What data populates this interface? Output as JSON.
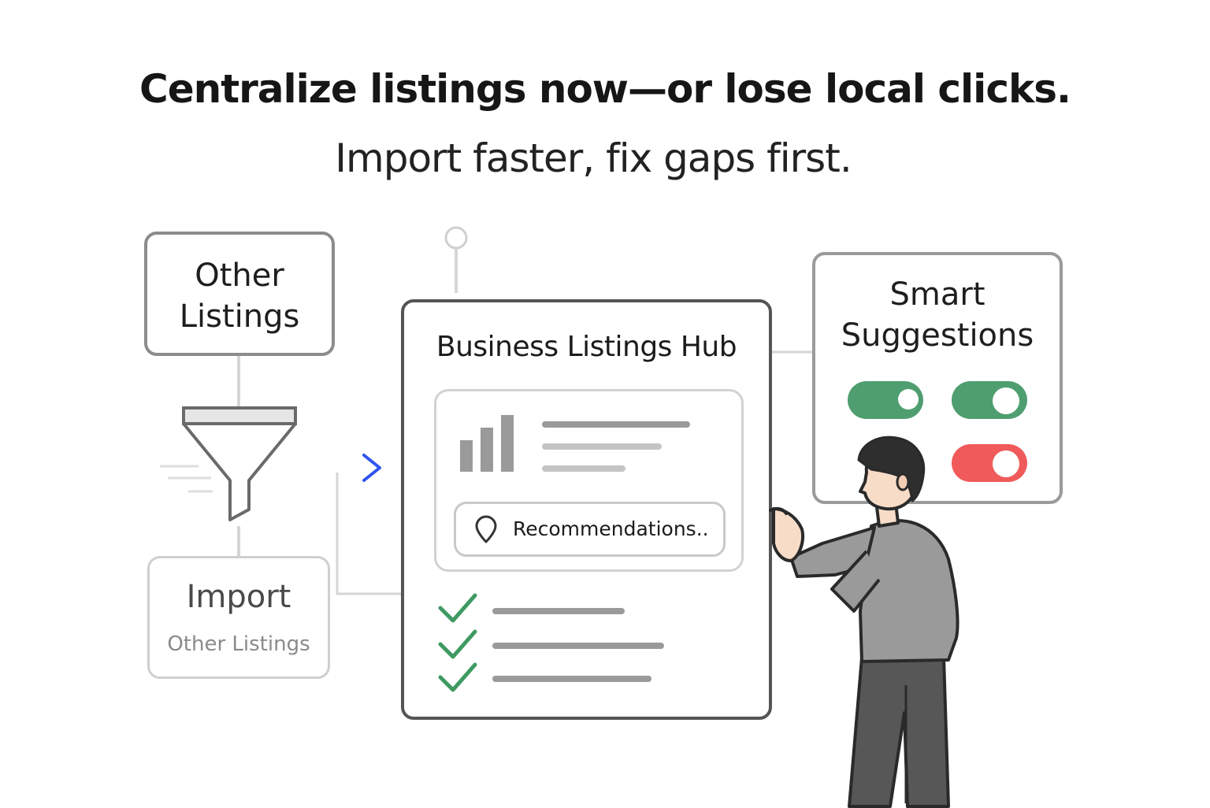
{
  "header": {
    "headline": "Centralize listings now—or lose local clicks.",
    "subhead": "Import faster, fix gaps first."
  },
  "source_box": {
    "label_line1": "Other",
    "label_line2": "Listings"
  },
  "import_box": {
    "title": "Import",
    "subtitle": "Other Listings"
  },
  "hub": {
    "title": "Business Listings Hub",
    "recommendations_label": "Recommendations.."
  },
  "smart_box": {
    "label_line1": "Smart",
    "label_line2": "Suggestions",
    "toggles": [
      {
        "state": "on",
        "color": "#4e9e6f"
      },
      {
        "state": "on",
        "color": "#4e9e6f"
      },
      {
        "state": "on",
        "color": "#f05a5a"
      }
    ]
  },
  "colors": {
    "accent_arrow": "#2f55f0",
    "check_green": "#3f9a62",
    "toggle_green": "#4e9e6f",
    "toggle_red": "#f05a5a"
  }
}
